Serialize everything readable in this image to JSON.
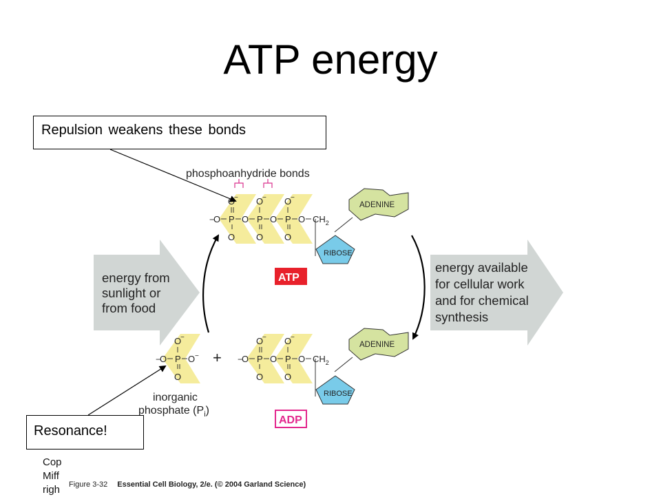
{
  "slide": {
    "title": "ATP energy",
    "callouts": {
      "bonds": "Repulsion weakens these bonds",
      "resonance": "Resonance!"
    },
    "copyright_lines": [
      "Cop",
      "Miff",
      "righ"
    ]
  },
  "figure": {
    "bond_label": "phosphoanhydride bonds",
    "left_arrow": [
      "energy from",
      "sunlight or",
      "from food"
    ],
    "right_arrow": [
      "energy available",
      "for cellular work",
      "and for chemical",
      "synthesis"
    ],
    "atp_label": "ATP",
    "adp_label": "ADP",
    "adenine": "ADENINE",
    "ribose": "RIBOSE",
    "plus": "+",
    "pi_label": [
      "inorganic",
      "phosphate (P",
      "i",
      ")"
    ],
    "caption_fig": "Figure 3-32",
    "caption_text": "Essential Cell Biology, 2/e. (© 2004 Garland Science)",
    "atoms": {
      "O": "O",
      "P": "P",
      "O_minus": "O",
      "minus": "−",
      "CH": "CH",
      "sub2": "2"
    }
  },
  "colors": {
    "phosphate_fill": "#f5ec9c",
    "adenine_fill": "#d5e3a0",
    "ribose_fill": "#79cbe9",
    "atp_red": "#e8212b",
    "adp_pink": "#e3268d",
    "bond_bracket": "#d9308d",
    "arrow_gray": "#d1d6d4"
  }
}
